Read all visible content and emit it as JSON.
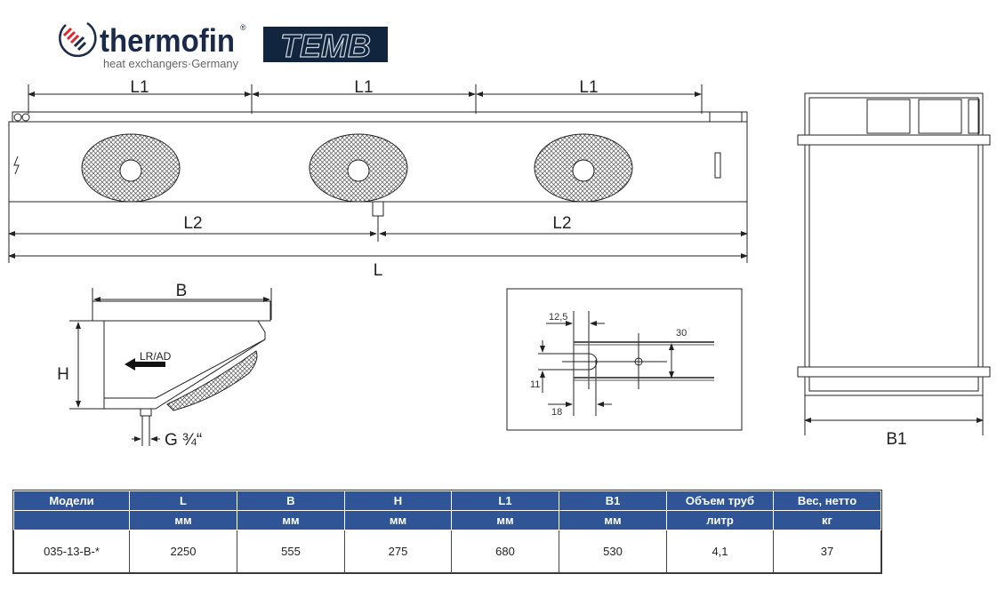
{
  "logos": {
    "thermofin": "thermofin",
    "thermofin_reg": "®",
    "thermofin_tagline": "heat exchangers·Germany",
    "temb": "TEMB"
  },
  "front_view": {
    "l1": "L1",
    "l2": "L2",
    "l": "L"
  },
  "side_view": {
    "b": "B",
    "h": "H",
    "airflow": "LR/AD",
    "connection": "G ¾“"
  },
  "detail": {
    "d1": "12,5",
    "d2": "30",
    "d3": "11",
    "d4": "18"
  },
  "end_view": {
    "b1": "B1"
  },
  "table": {
    "headers": [
      "Модели",
      "L",
      "B",
      "H",
      "L1",
      "B1",
      "Объем труб",
      "Вес, нетто"
    ],
    "units": [
      "",
      "мм",
      "мм",
      "мм",
      "мм",
      "мм",
      "литр",
      "кг"
    ],
    "rows": [
      [
        "035-13-B-*",
        "2250",
        "555",
        "275",
        "680",
        "530",
        "4,1",
        "37"
      ]
    ]
  },
  "colors": {
    "header": "#2f5597",
    "logo_navy": "#1b2a4a",
    "logo_red": "#e3262e"
  }
}
